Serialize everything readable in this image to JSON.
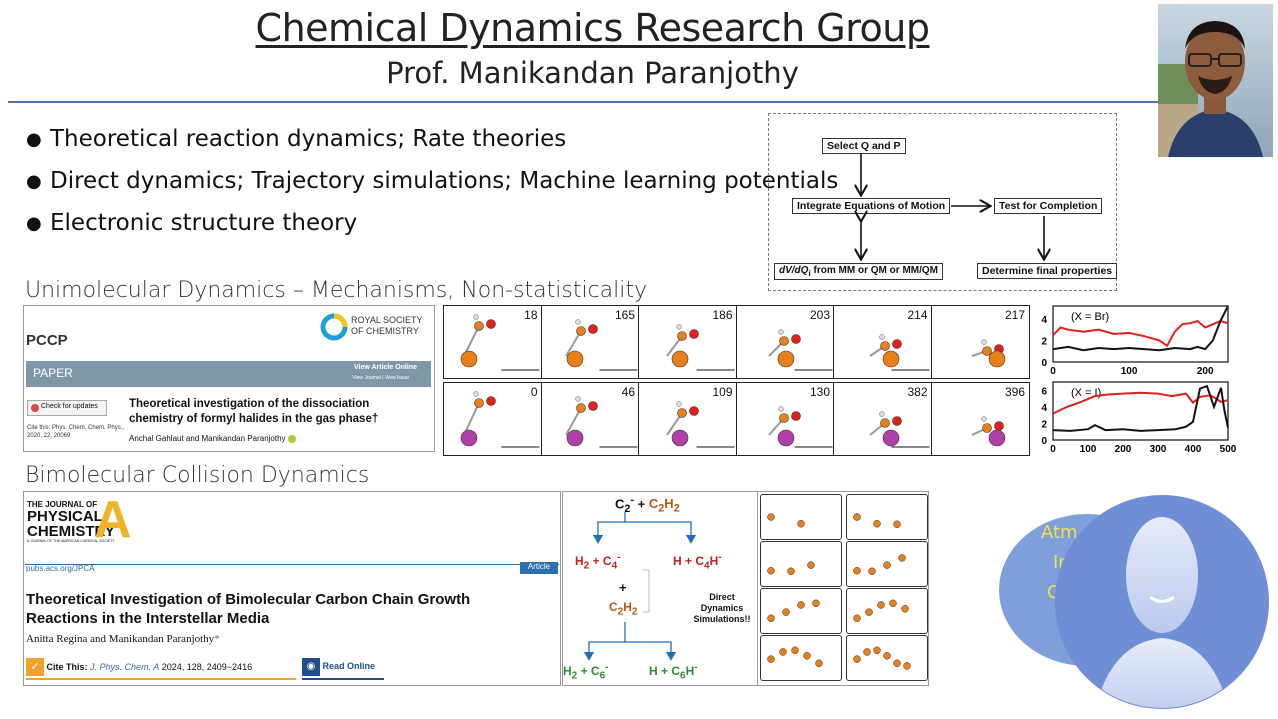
{
  "header": {
    "title": "Chemical Dynamics Research Group",
    "subtitle": "Prof. Manikandan Paranjothy"
  },
  "bullets": [
    "Theoretical reaction dynamics; Rate theories",
    "Direct dynamics; Trajectory simulations; Machine learning potentials",
    "Electronic structure theory"
  ],
  "flowchart": {
    "select": "Select Q and P",
    "integrate": "Integrate Equations of Motion",
    "test": "Test for Completion",
    "dvdq": "dV/dQ",
    "dvdq_sub": "i",
    "dvdq_rest": " from MM or QM or MM/QM",
    "determine": "Determine final properties"
  },
  "sections": {
    "unimolecular": "Unimolecular Dynamics – Mechanisms, Non-statisticality",
    "bimolecular": "Bimolecular Collision Dynamics"
  },
  "paper1": {
    "journal": "PCCP",
    "publisher_line1": "ROYAL SOCIETY",
    "publisher_line2": "OF CHEMISTRY",
    "type": "PAPER",
    "view_online": "View Article Online",
    "view_journal": "View Journal | View Issue",
    "check_updates": "Check for updates",
    "cite1": "Cite this: Phys. Chem. Chem. Phys.,",
    "cite2": "2020, 22, 20069",
    "title1": "Theoretical investigation of the dissociation",
    "title2": "chemistry of formyl halides in the gas phase†",
    "authors": "Anchal Gahlaut and Manikandan Paranjothy"
  },
  "snapshots": {
    "row1": [
      "18",
      "165",
      "186",
      "203",
      "214",
      "217"
    ],
    "row2": [
      "0",
      "46",
      "109",
      "130",
      "382",
      "396"
    ]
  },
  "chart_data": {
    "type": "line",
    "panels": [
      {
        "label": "(X = Br)",
        "xticks": [
          "0",
          "100",
          "200"
        ],
        "yticks": [
          "0",
          "2",
          "4"
        ],
        "xlim": [
          0,
          230
        ],
        "ylim": [
          0,
          5.2
        ],
        "series": [
          {
            "color": "#e0201b",
            "x": [
              0,
              10,
              20,
              40,
              60,
              80,
              100,
              120,
              140,
              150,
              160,
              170,
              180,
              190,
              200,
              210,
              220,
              230
            ],
            "y": [
              2.5,
              3.2,
              3.0,
              2.8,
              3.0,
              2.6,
              2.7,
              2.4,
              2.0,
              1.5,
              2.8,
              3.5,
              3.6,
              3.8,
              3.2,
              3.5,
              3.8,
              3.6
            ]
          },
          {
            "color": "#111111",
            "x": [
              0,
              20,
              40,
              60,
              80,
              100,
              120,
              140,
              160,
              180,
              190,
              200,
              210,
              220,
              230
            ],
            "y": [
              1.2,
              1.4,
              1.1,
              1.3,
              1.2,
              1.3,
              1.2,
              1.1,
              1.3,
              1.2,
              1.4,
              1.2,
              2.0,
              3.8,
              5.2
            ]
          }
        ]
      },
      {
        "label": "(X = I)",
        "xticks": [
          "0",
          "100",
          "200",
          "300",
          "400",
          "500"
        ],
        "yticks": [
          "0",
          "2",
          "4",
          "6"
        ],
        "xlim": [
          0,
          500
        ],
        "ylim": [
          0,
          7
        ],
        "series": [
          {
            "color": "#e0201b",
            "x": [
              0,
              40,
              80,
              120,
              160,
              200,
              250,
              300,
              340,
              380,
              400,
              420,
              450,
              480,
              500
            ],
            "y": [
              3.2,
              4.0,
              4.6,
              5.3,
              5.5,
              5.6,
              5.7,
              5.6,
              5.3,
              5.6,
              4.5,
              5.2,
              5.4,
              4.6,
              4.8
            ]
          },
          {
            "color": "#111111",
            "x": [
              0,
              50,
              100,
              120,
              150,
              200,
              250,
              300,
              350,
              380,
              400,
              420,
              440,
              460,
              480,
              490,
              500
            ],
            "y": [
              1.2,
              1.1,
              1.3,
              1.8,
              1.2,
              1.3,
              1.1,
              1.2,
              1.3,
              1.6,
              2.2,
              6.2,
              6.5,
              4.0,
              6.3,
              3.5,
              1.5
            ]
          }
        ]
      }
    ]
  },
  "paper2": {
    "journal_line1": "THE JOURNAL OF",
    "journal_line2": "PHYSICAL",
    "journal_line3": "CHEMISTRY",
    "journal_letter": "A",
    "society": "A JOURNAL OF THE AMERICAN CHEMICAL SOCIETY",
    "url": "pubs.acs.org/JPCA",
    "type": "Article",
    "title1": "Theoretical Investigation of Bimolecular Carbon Chain Growth",
    "title2": "Reactions in the Interstellar Media",
    "authors": "Anitta Regina and Manikandan Paranjothy",
    "authors_mark": "*",
    "cite_label": "Cite This:",
    "cite_ref": "J. Phys. Chem. A",
    "cite_rest": " 2024, 128, 2409−2416",
    "read_online": "Read Online"
  },
  "reaction": {
    "reactant_a": "C",
    "reactant_a_sub": "2",
    "reactant_a_sup": "-",
    "plus": "+",
    "reactant_b": "C",
    "reactant_b_sub": "2",
    "reactant_b2": "H",
    "reactant_b2_sub": "2",
    "left_product1": "H",
    "left_product1_sub": "2",
    "left_product2": "C",
    "left_product2_sub": "4",
    "left_product2_sup": "-",
    "right_product1": "H",
    "right_product2": "C",
    "right_product2_sub": "4",
    "right_product2_rest": "H",
    "right_product2_sup": "-",
    "mid_plus": "+",
    "mid_product": "C",
    "mid_product_sub": "2",
    "mid_product_rest": "H",
    "mid_product_rest_sub": "2",
    "direct1": "Direct",
    "direct2": "Dynamics",
    "direct3": "Simulations!!",
    "bottom_left1": "H",
    "bottom_left1_sub": "2",
    "bottom_left2": "C",
    "bottom_left2_sub": "6",
    "bottom_left2_sup": "-",
    "bottom_right1": "H",
    "bottom_right2": "C",
    "bottom_right2_sub": "6",
    "bottom_right2_rest": "H",
    "bottom_right2_sup": "-"
  },
  "bubble": {
    "line1": "Atm",
    "line2": "In",
    "line3": "C"
  },
  "colors": {
    "accent": "#4a73b8",
    "orange_atom": "#e8801a",
    "red_atom": "#e0201b",
    "purple_atom": "#b23fa8",
    "bubble_fill": "#7f9fdb",
    "bubble_text": "#f1e04a"
  }
}
